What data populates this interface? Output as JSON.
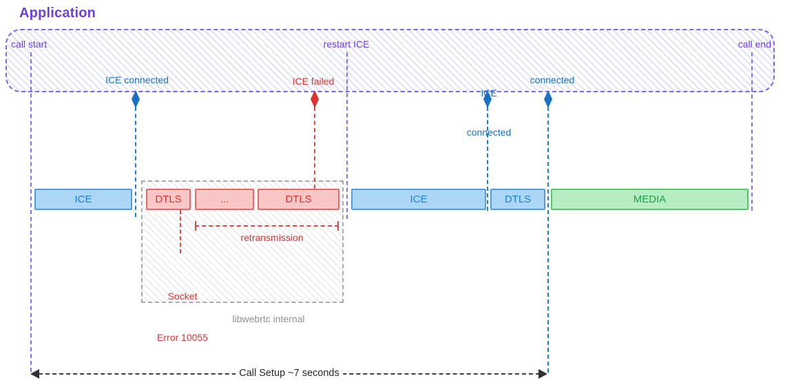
{
  "app": {
    "title": "Application"
  },
  "timeline_band": {
    "call_start": "call start",
    "restart_ice": "restart ICE",
    "call_end": "call end"
  },
  "events": {
    "ice_connected_1": "ICE connected",
    "ice_failed": "ICE failed",
    "ice_connected_2_line1": "ICE",
    "ice_connected_2_line2": "connected",
    "connected": "connected"
  },
  "bars": [
    {
      "label": "ICE",
      "variant": "blue"
    },
    {
      "label": "DTLS",
      "variant": "red"
    },
    {
      "label": "...",
      "variant": "red"
    },
    {
      "label": "DTLS",
      "variant": "red"
    },
    {
      "label": "ICE",
      "variant": "blue"
    },
    {
      "label": "DTLS",
      "variant": "blue"
    },
    {
      "label": "MEDIA",
      "variant": "green"
    }
  ],
  "annotations": {
    "socket_error_line1": "Socket",
    "socket_error_line2": "Error 10055",
    "retransmission": "retransmission",
    "libwebrtc_internal": "libwebrtc internal",
    "call_setup": "Call Setup ~7 seconds"
  },
  "colors": {
    "purple": "#6d3fe0",
    "blue": "#1971c2",
    "red": "#e03131",
    "green": "#21a04c",
    "gray_label": "#8b9198",
    "dark": "#212529",
    "band_stripe": "#e0e1f8",
    "bar_blue_fill": "#abd6f5",
    "bar_blue_border": "#549bd8",
    "bar_red_fill": "#f9c6c6",
    "bar_red_border": "#e46a6a",
    "bar_green_fill": "#b7edc2",
    "bar_green_border": "#57c46e"
  }
}
